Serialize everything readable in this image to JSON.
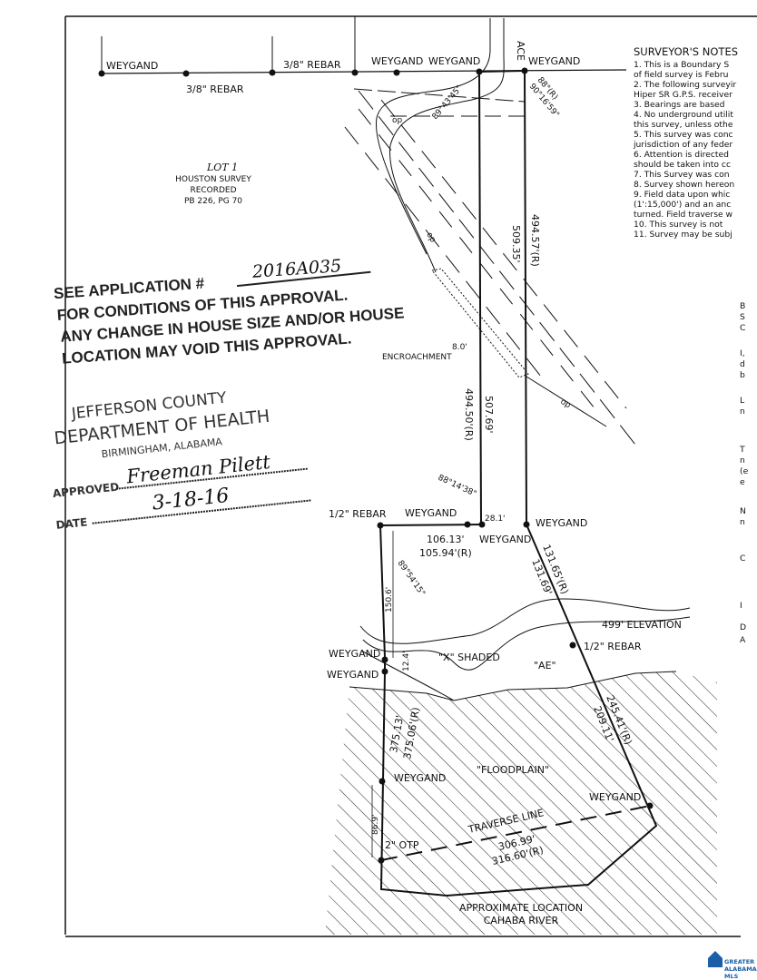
{
  "notes": {
    "title": "SURVEYOR'S NOTES",
    "lines": [
      "1. This is a Boundary S",
      "of field survey is Febru",
      "2. The following surveyir",
      "Hiper SR G.P.S. receiver",
      "3. Bearings are based",
      "4. No underground utilit",
      "this survey, unless othe",
      "5. This survey was conc",
      "jurisdiction of any feder",
      "6. Attention is directed",
      "should be taken into cc",
      "7. This Survey was con",
      "8. Survey shown hereon",
      "9. Field data upon whic",
      "(1':15,000') and an anc",
      "turned. Field traverse w",
      "10. This survey is not",
      "11. Survey may be subj"
    ],
    "cut_fragments": [
      "B",
      "S",
      "C",
      "I,",
      "d",
      "b",
      "L",
      "n",
      "T",
      "n",
      "(e",
      "e",
      "N",
      "n",
      "C",
      "I",
      "D",
      "A"
    ]
  },
  "labels": {
    "weygand": "WEYGAND",
    "rebar_38": "3/8\" REBAR",
    "rebar_12": "1/2\" REBAR",
    "rebar_12_short": "1/2\" REBAR",
    "place_fragment": "ACE",
    "lot": "LOT 1",
    "houston": "HOUSTON SURVEY",
    "recorded": "RECORDED",
    "pb": "PB 226, PG 70",
    "encroachment_dist": "8.0'",
    "encroachment": "ENCROACHMENT",
    "elevation": "499' ELEVATION",
    "x_shaded": "\"X\" SHADED",
    "ae": "\"AE\"",
    "floodplain": "\"FLOODPLAIN\"",
    "traverse": "TRAVERSE LINE",
    "otp": "2\" OTP",
    "river1": "APPROXIMATE LOCATION",
    "river2": "CAHABA RIVER",
    "op": "op"
  },
  "dims": {
    "angle_top_left": "89°43'45\"",
    "angle_top_right_r": "88°(R)",
    "angle_top_right": "90°16'59\"",
    "east_r": "494.57'(R)",
    "east": "509.35'",
    "west_r": "494.50'(R)",
    "west": "507.69'",
    "angle_mid": "88°14'38\"",
    "offset": "28.1'",
    "south": "106.13'",
    "south_r": "105.94'(R)",
    "angle_sw": "89°54'15\"",
    "d150": "150.6'",
    "d12": "12.4'",
    "se_r": "131.65'(R)",
    "se": "131.69'",
    "west_low": "375.13'",
    "west_low_r": "375.06'(R)",
    "e_low_r": "245.41'(R)",
    "e_low": "209.11'",
    "d86": "86.9'",
    "trav": "306.99'",
    "trav_r": "316.60'(R)"
  },
  "stamp": {
    "line1": "SEE APPLICATION #",
    "app_number": "2016A035",
    "line2": "FOR CONDITIONS OF THIS APPROVAL.",
    "line3": "ANY CHANGE IN HOUSE SIZE AND/OR HOUSE",
    "line4": "LOCATION MAY VOID THIS APPROVAL."
  },
  "seal": {
    "county": "JEFFERSON COUNTY",
    "dept": "DEPARTMENT OF HEALTH",
    "city": "BIRMINGHAM, ALABAMA",
    "approved": "APPROVED",
    "signature": "Freeman Pilett",
    "date_label": "DATE",
    "date": "3-18-16"
  },
  "watermark": {
    "line1": "GREATER",
    "line2": "ALABAMA",
    "line3": "MLS",
    "color": "#1a5fa8"
  }
}
